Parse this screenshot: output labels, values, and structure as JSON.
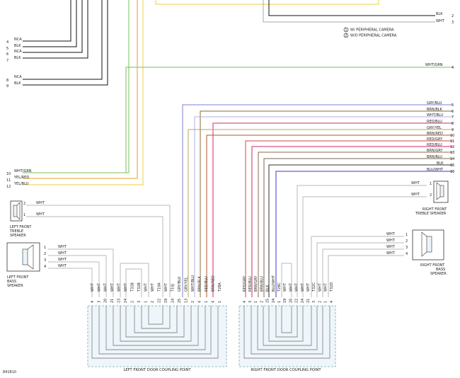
{
  "figure_id": "841810",
  "legend": [
    {
      "num": "1",
      "text": "W/ PERIPHERAL CAMERA"
    },
    {
      "num": "2",
      "text": "W/O PERIPHERAL CAMERA"
    }
  ],
  "left_block": [
    {
      "pin": "4",
      "label": "NCA"
    },
    {
      "pin": "5",
      "label": "BLK"
    },
    {
      "pin": "6",
      "label": "NCA"
    },
    {
      "pin": "7",
      "label": "BLK"
    },
    {
      "pin": "8",
      "label": "NCA"
    },
    {
      "pin": "9",
      "label": "BLK"
    }
  ],
  "top_right": [
    {
      "pin": "2",
      "label": "BLK"
    },
    {
      "pin": "3",
      "label": "WHT"
    }
  ],
  "right_pin4": {
    "pin": "4",
    "label": "WHT/GRN"
  },
  "right_pins": [
    {
      "pin": "5",
      "label": "GRY/BLU",
      "color": "#7f7fd0"
    },
    {
      "pin": "6",
      "label": "BRN/BLK",
      "color": "#8a6a3a"
    },
    {
      "pin": "7",
      "label": "WHT/BLU",
      "color": "#b0b0e0"
    },
    {
      "pin": "8",
      "label": "RED/BLU",
      "color": "#d02a6a"
    },
    {
      "pin": "9",
      "label": "GRY/YEL",
      "color": "#b9a45a"
    },
    {
      "pin": "10",
      "label": "BRN/RED",
      "color": "#b25a2a"
    },
    {
      "pin": "11",
      "label": "RED/GRY",
      "color": "#d84040"
    },
    {
      "pin": "12",
      "label": "RED/BLU",
      "color": "#d02a6a"
    },
    {
      "pin": "13",
      "label": "BRN/GRY",
      "color": "#8a6a4a"
    },
    {
      "pin": "14",
      "label": "BRN/BLU",
      "color": "#7a6a5a"
    },
    {
      "pin": "15",
      "label": "BLK",
      "color": "#333333"
    },
    {
      "pin": "16",
      "label": "BLU/WHT",
      "color": "#3a3ad0"
    }
  ],
  "left_pins": [
    {
      "pin": "10",
      "label": "WHT/GRN"
    },
    {
      "pin": "11",
      "label": "YEL/RED"
    },
    {
      "pin": "12",
      "label": "YEL/BLU"
    }
  ],
  "lf_treble": {
    "name": [
      "LEFT FRONT",
      "TREBLE",
      "SPEAKER"
    ],
    "pins": [
      {
        "pin": "2",
        "label": "WHT"
      },
      {
        "pin": "1",
        "label": "WHT"
      }
    ]
  },
  "lf_bass": {
    "name": [
      "LEFT FRONT",
      "BASS",
      "SPEAKER"
    ],
    "pins": [
      {
        "pin": "1",
        "label": "WHT"
      },
      {
        "pin": "2",
        "label": "WHT"
      },
      {
        "pin": "3",
        "label": "WHT"
      },
      {
        "pin": "4",
        "label": "WHT"
      }
    ]
  },
  "rf_treble": {
    "name": [
      "RIGHT FRONT",
      "TREBLE SPEAKER"
    ],
    "pins": [
      {
        "pin": "1",
        "label": "WHT"
      },
      {
        "pin": "2",
        "label": "WHT"
      }
    ]
  },
  "rf_bass": {
    "name": [
      "RIGHT FRONT",
      "BASS",
      "SPEAKER"
    ],
    "pins": [
      {
        "pin": "1",
        "label": "WHT"
      },
      {
        "pin": "2",
        "label": "WHT"
      },
      {
        "pin": "3",
        "label": "WHT"
      },
      {
        "pin": "4",
        "label": "WHT"
      }
    ]
  },
  "left_coupling": {
    "caption": "LEFT FRONT DOOR COUPLING POINT",
    "wires": [
      {
        "label": "WHT",
        "pin": "4"
      },
      {
        "label": "WHT",
        "pin": "3"
      },
      {
        "label": "WHT",
        "pin": "20"
      },
      {
        "label": "WHT",
        "pin": "21"
      },
      {
        "label": "WHT",
        "pin": "23"
      },
      {
        "label": "WHT",
        "pin": "24"
      },
      {
        "label": "T32B",
        "pin": "2"
      },
      {
        "label": "T32B",
        "pin": "3"
      },
      {
        "label": "WHT",
        "pin": "1"
      },
      {
        "label": "WHT",
        "pin": "2"
      },
      {
        "label": "T10A",
        "pin": "22"
      },
      {
        "label": "WHT",
        "pin": "19"
      },
      {
        "label": "T10J",
        "pin": "24"
      },
      {
        "label": "GRY/BLU",
        "pin": "25"
      },
      {
        "label": "GRY/YEL",
        "pin": "13"
      },
      {
        "label": "WHT/BLU",
        "pin": "2"
      },
      {
        "label": "BRN/BLK",
        "pin": "4"
      },
      {
        "label": "RED/BLU",
        "pin": "1"
      },
      {
        "label": "BRN/RED",
        "pin": "4"
      },
      {
        "label": "T28A",
        "pin": "1"
      }
    ]
  },
  "right_coupling": {
    "caption": "RIGHT FRONT DOOR COUPLING POINT",
    "wires": [
      {
        "label": "RED/GRY",
        "pin": "4"
      },
      {
        "label": "RED/BLU",
        "pin": "3"
      },
      {
        "label": "BRN/GRY",
        "pin": "1"
      },
      {
        "label": "BRN/BLU",
        "pin": "2"
      },
      {
        "label": "BLK",
        "pin": "25"
      },
      {
        "label": "BLU/WHT",
        "pin": "24"
      },
      {
        "label": "T28C",
        "pin": "1"
      },
      {
        "label": "WHT",
        "pin": "19"
      },
      {
        "label": "WHT",
        "pin": "20"
      },
      {
        "label": "WHT",
        "pin": "22"
      },
      {
        "label": "WHT",
        "pin": "24"
      },
      {
        "label": "WHT",
        "pin": "21"
      },
      {
        "label": "T32C",
        "pin": "3"
      },
      {
        "label": "WHT",
        "pin": "2"
      },
      {
        "label": "WHT",
        "pin": "1"
      },
      {
        "label": "T32D",
        "pin": "4"
      }
    ]
  }
}
